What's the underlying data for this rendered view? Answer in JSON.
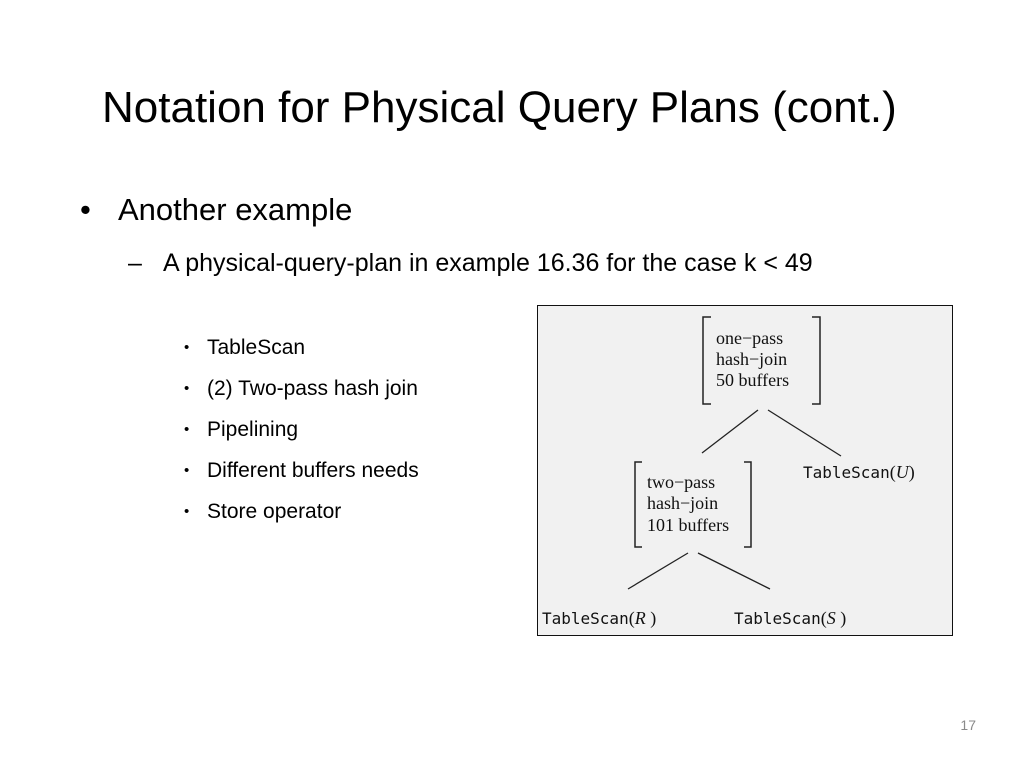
{
  "slide": {
    "title": "Notation for Physical Query Plans (cont.)",
    "level1": {
      "bullet": "•",
      "text": "Another example"
    },
    "level2": {
      "dash": "–",
      "text": "A physical-query-plan in example 16.36 for the case k < 49"
    },
    "level3": [
      {
        "bullet": "•",
        "text": "TableScan"
      },
      {
        "bullet": "•",
        "text": "(2) Two-pass hash join"
      },
      {
        "bullet": "•",
        "text": "Pipelining"
      },
      {
        "bullet": "•",
        "text": "Different buffers needs"
      },
      {
        "bullet": "•",
        "text": "Store operator"
      }
    ],
    "page_number": "17"
  },
  "figure": {
    "root": {
      "lines": [
        "one−pass",
        "hash−join",
        "50 buffers"
      ]
    },
    "inner_join": {
      "lines": [
        "two−pass",
        "hash−join",
        "101 buffers"
      ]
    },
    "leaf_u": {
      "name": "TableScan",
      "arg": "U"
    },
    "leaf_r": {
      "name": "TableScan",
      "arg": "R"
    },
    "leaf_s": {
      "name": "TableScan",
      "arg": "S"
    }
  }
}
